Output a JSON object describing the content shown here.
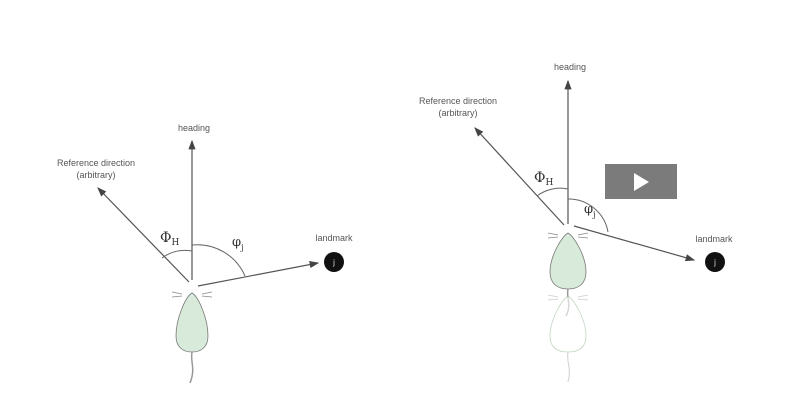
{
  "left_diagram": {
    "heading": "heading",
    "reference_line1": "Reference direction",
    "reference_line2": "(arbitrary)",
    "phi_H": "Φ",
    "phi_H_sub": "H",
    "phi_j": "φ",
    "phi_j_sub": "j",
    "landmark": "landmark",
    "landmark_marker": "j"
  },
  "right_diagram": {
    "heading": "heading",
    "reference_line1": "Reference direction",
    "reference_line2": "(arbitrary)",
    "phi_H": "Φ",
    "phi_H_sub": "H",
    "phi_j": "φ",
    "phi_j_sub": "j",
    "landmark": "landmark",
    "landmark_marker": "j"
  },
  "player": {
    "play_icon": "play-icon"
  },
  "colors": {
    "mouse_fill": "#d8ead9",
    "line": "#555555",
    "landmark": "#111111",
    "play_bg": "#7b7b7b"
  }
}
